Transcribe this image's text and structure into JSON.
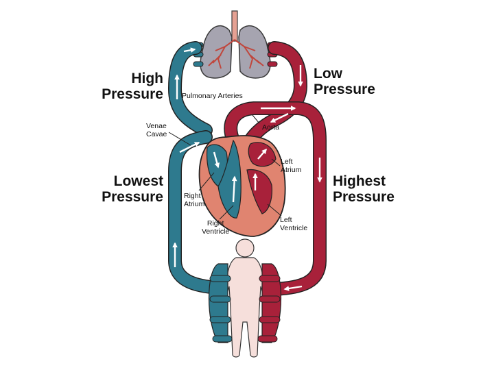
{
  "pressure_labels": {
    "high": {
      "line1": "High",
      "line2": "Pressure"
    },
    "low": {
      "line1": "Low",
      "line2": "Pressure"
    },
    "lowest": {
      "line1": "Lowest",
      "line2": "Pressure"
    },
    "highest": {
      "line1": "Highest",
      "line2": "Pressure"
    }
  },
  "structure_labels": {
    "pulmonary_arteries": "Pulmonary Arteries",
    "venae_cavae": {
      "line1": "Venae",
      "line2": "Cavae"
    },
    "aorta": "Aorta",
    "left_atrium": {
      "line1": "Left",
      "line2": "Atrium"
    },
    "right_atrium": {
      "line1": "Right",
      "line2": "Atrium"
    },
    "right_ventricle": {
      "line1": "Right",
      "line2": "Ventricle"
    },
    "left_ventricle": {
      "line1": "Left",
      "line2": "Ventricle"
    }
  },
  "colors": {
    "deoxygenated_blood": "#2e7a8e",
    "oxygenated_blood": "#a8213a",
    "lungs": "#a6a4b0",
    "heart": "#e08470",
    "body_figure": "#f6dfdb",
    "flow_arrow": "#ffffff"
  }
}
